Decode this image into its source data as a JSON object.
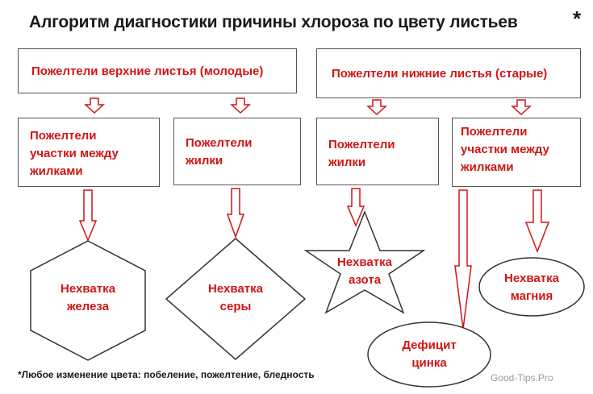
{
  "title": "Алгоритм диагностики причины хлороза по цвету листьев",
  "title_mark": "*",
  "top_boxes": {
    "upper": "Пожелтели верхние листья (молодые)",
    "lower": "Пожелтели нижние листья (старые)"
  },
  "mid_boxes": {
    "upper_between": [
      "Пожелтели",
      "участки между",
      "жилками"
    ],
    "upper_veins": [
      "Пожелтели",
      "жилки"
    ],
    "lower_veins": [
      "Пожелтели",
      "жилки"
    ],
    "lower_between": [
      "Пожелтели",
      "участки между",
      "жилками"
    ]
  },
  "results": {
    "iron": [
      "Нехватка",
      "железа"
    ],
    "sulfur": [
      "Нехватка",
      "серы"
    ],
    "nitrogen": [
      "Нехватка",
      "азота"
    ],
    "magnesium": [
      "Нехватка",
      "магния"
    ],
    "zinc": [
      "Дефицит",
      "цинка"
    ]
  },
  "footnote": "*Любое изменение цвета: побеление, пожелтение, бледность",
  "watermark": "Good-Tips.Pro",
  "colors": {
    "text_red": "#d01515",
    "arrow_red": "#d01515",
    "border": "#555555"
  }
}
